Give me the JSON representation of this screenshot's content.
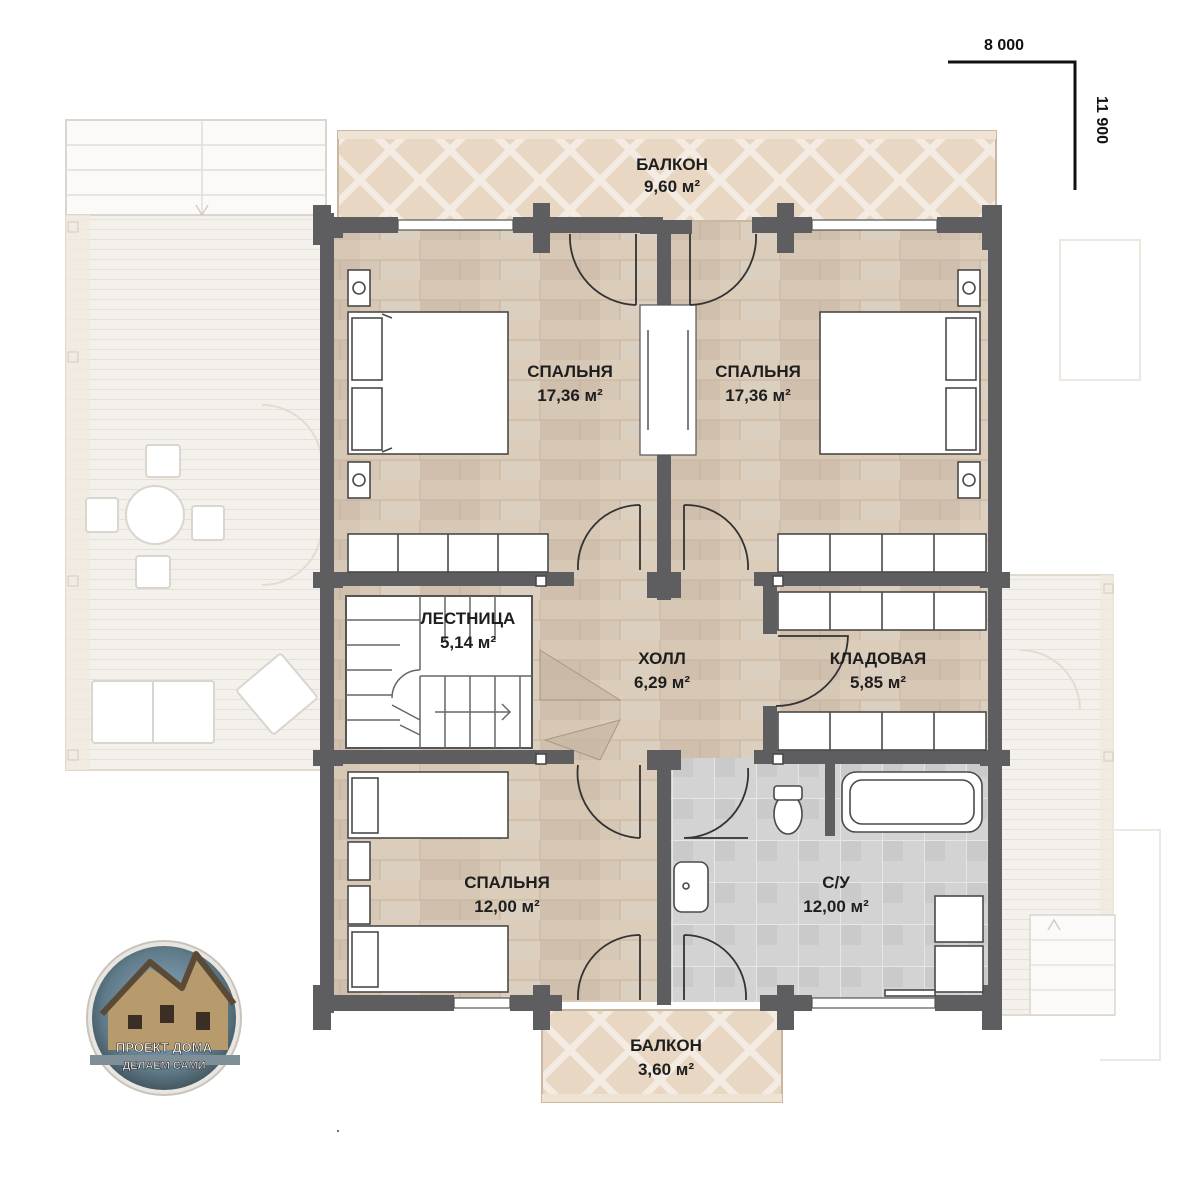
{
  "dimensions": {
    "width_label": "8 000",
    "height_label": "11 900"
  },
  "rooms": [
    {
      "name": "БАЛКОН",
      "area": "9,60 м²"
    },
    {
      "name": "СПАЛЬНЯ",
      "area": "17,36 м²"
    },
    {
      "name": "СПАЛЬНЯ",
      "area": "17,36 м²"
    },
    {
      "name": "ЛЕСТНИЦА",
      "area": "5,14 м²"
    },
    {
      "name": "ХОЛЛ",
      "area": "6,29 м²"
    },
    {
      "name": "КЛАДОВАЯ",
      "area": "5,85 м²"
    },
    {
      "name": "СПАЛЬНЯ",
      "area": "12,00 м²"
    },
    {
      "name": "С/У",
      "area": "12,00 м²"
    },
    {
      "name": "БАЛКОН",
      "area": "3,60 м²"
    }
  ],
  "logo": {
    "line1": "ПРОЕКТ ДОМА",
    "line2": "ДЕЛАЕМ САМИ"
  },
  "colors": {
    "wall": "#5d5d5f",
    "wood_floor": "#d6c7b4",
    "tile_floor": "#d2d2d2",
    "terrace": "#f2eee8",
    "furniture": "#ffffff"
  }
}
